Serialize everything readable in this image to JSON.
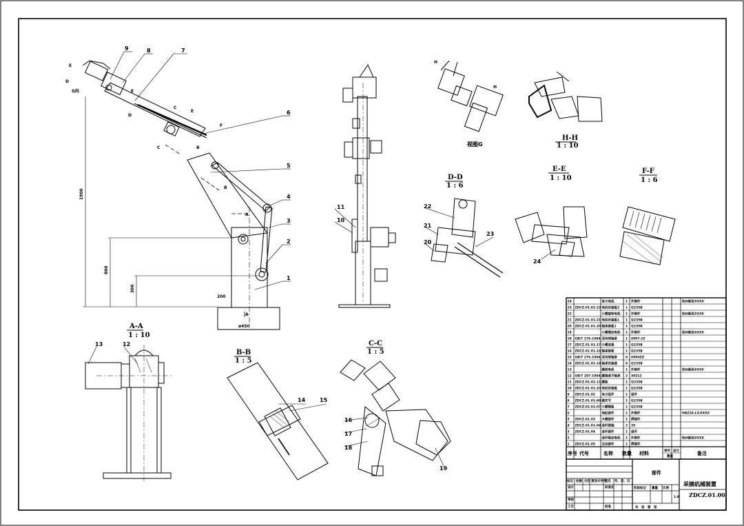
{
  "views": {
    "aa": {
      "name": "A-A",
      "scale": "1 : 10"
    },
    "bb": {
      "name": "B-B",
      "scale": "1 : 5"
    },
    "cc": {
      "name": "C-C",
      "scale": "1 : 5"
    },
    "dd": {
      "name": "D-D",
      "scale": "1 : 6"
    },
    "ee": {
      "name": "E-E",
      "scale": "1 : 10"
    },
    "ff": {
      "name": "F-F",
      "scale": "1 : 6"
    },
    "hh": {
      "name": "H-H",
      "scale": "1 : 10"
    },
    "g": {
      "name": "视图G"
    }
  },
  "callouts": [
    "1",
    "2",
    "3",
    "4",
    "5",
    "6",
    "7",
    "8",
    "9",
    "10",
    "11",
    "12",
    "13",
    "14",
    "15",
    "16",
    "17",
    "18",
    "19",
    "20",
    "21",
    "22",
    "23",
    "24"
  ],
  "section_marks": {
    "a": "A",
    "b": "B",
    "c": "C",
    "d": "D",
    "e": "E",
    "f": "F",
    "h": "H",
    "g": "G向"
  },
  "dims": {
    "width_base": "ø450",
    "d200": "200",
    "h1": "800",
    "h2": "1900",
    "h_small": "300"
  },
  "bom": {
    "rows": [
      [
        "24",
        "",
        "夹爪电机",
        "1",
        "外购件",
        "杭州新松XXXX"
      ],
      [
        "23",
        "ZDCZ.01.01-23",
        "电机安装板2",
        "1",
        "Q235B",
        ""
      ],
      [
        "22",
        "",
        "小臂旋转电机",
        "1",
        "外购件",
        "杭州新松XXXX"
      ],
      [
        "21",
        "ZDCZ.01.01-21",
        "电机安装板1",
        "1",
        "Q235B",
        ""
      ],
      [
        "20",
        "ZDCZ.01.01-20",
        "轴承座板1",
        "1",
        "Q235B",
        ""
      ],
      [
        "19",
        "",
        "小臂摆动电机",
        "1",
        "外购件",
        "杭州新松XXXX"
      ],
      [
        "18",
        "GB/T 276-1994",
        "深沟球轴承",
        "1",
        "6007-2Z",
        ""
      ],
      [
        "17",
        "ZDCZ.01.01-17",
        "小臂连接",
        "1",
        "Q235B",
        ""
      ],
      [
        "16",
        "ZDCZ.01.01-16",
        "轴承座板",
        "1",
        "Q235B",
        ""
      ],
      [
        "15",
        "GB/T 276-1994",
        "深沟球轴承",
        "6",
        "6004ZZ",
        ""
      ],
      [
        "14",
        "ZDCZ.01.01-14",
        "轴承安装座",
        "6",
        "Q235B",
        ""
      ],
      [
        "13",
        "",
        "腰部电机",
        "1",
        "外购件",
        "杭州新松XXXX"
      ],
      [
        "12",
        "GB/T 297-1994",
        "圆锥滚子轴承",
        "2",
        "30212",
        ""
      ],
      [
        "11",
        "ZDCZ.01.01-11",
        "腰板",
        "1",
        "Q235B",
        ""
      ],
      [
        "10",
        "ZDCZ.01.01-10",
        "电机安装板",
        "1",
        "Q235B",
        ""
      ],
      [
        "9",
        "ZDCZ.01.02",
        "夹爪组件",
        "1",
        "组件",
        ""
      ],
      [
        "8",
        "ZDCZ.01.01-08",
        "腕关节",
        "1",
        "Q235B",
        ""
      ],
      [
        "7",
        "ZDCZ.01.01-07",
        "小臂侧板",
        "1",
        "Q235B",
        ""
      ],
      [
        "6",
        "",
        "电缸部件",
        "1",
        "外购件",
        "HBZ28-LX-XXXX"
      ],
      [
        "5",
        "ZDCZ.01.03",
        "大臂部件",
        "1",
        "焊接件",
        ""
      ],
      [
        "4",
        "ZDCZ.01.01-04",
        "连杆销轴",
        "2",
        "35",
        ""
      ],
      [
        "3",
        "ZDCZ.01.04",
        "连杆部件",
        "1",
        "组件",
        ""
      ],
      [
        "2",
        "",
        "连杆驱动电机",
        "1",
        "外购件",
        "杭州新松XXXX"
      ],
      [
        "1",
        "ZDCZ.01.05",
        "立柱部件",
        "1",
        "焊接件",
        ""
      ]
    ],
    "header": {
      "seq": "序号",
      "code": "代号",
      "name": "名称",
      "qty": "数量",
      "material": "材料",
      "unit_wt": "单件",
      "total_wt": "总计",
      "weight": "重量",
      "remark": "备注"
    },
    "title_block": {
      "part": "部件",
      "drawing_name": "采摘机械装置",
      "drawing_no": "ZDCZ.01.00",
      "scale": "1:8",
      "mark": "标记",
      "count": "处数",
      "zone": "分区",
      "doc": "更改文件号",
      "sign": "签名",
      "date": "年、月、日",
      "design": "设计",
      "standard": "标准化",
      "stage": "阶段标记",
      "wt": "重量",
      "ratio": "比例",
      "review": "审核",
      "process": "工艺",
      "approve": "批准",
      "sheets": "共　张　第　张"
    }
  }
}
